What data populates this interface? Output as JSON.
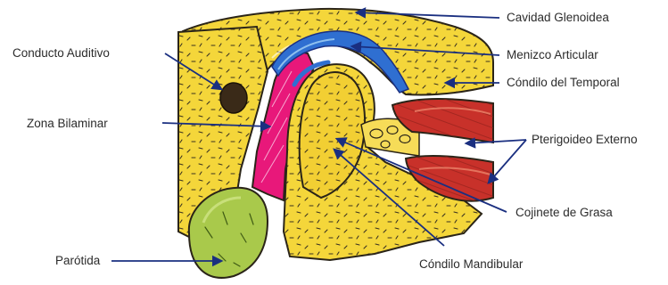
{
  "labels": {
    "cavidad_glenoidea": "Cavidad Glenoidea",
    "menizco_articular": "Menizco Articular",
    "condilo_temporal": "Cóndilo del Temporal",
    "pterigoideo_externo": "Pterigoideo Externo",
    "cojinete_grasa": "Cojinete de Grasa",
    "condilo_mandibular": "Cóndilo Mandibular",
    "conducto_auditivo": "Conducto Auditivo",
    "zona_bilaminar": "Zona Bilaminar",
    "parotida": "Parótida"
  },
  "colors": {
    "bone": "#f4d63a",
    "bone_dark": "#e8c21f",
    "outline": "#2a2418",
    "disc": "#2f6fd1",
    "disc_light": "#8fc0ee",
    "bilaminar": "#e8187a",
    "muscle": "#c8312a",
    "muscle_light": "#e4735d",
    "parotid": "#a9c94b",
    "parotid_light": "#c8df7a",
    "canal": "#3a2a18",
    "arrow": "#1a2f80",
    "label_text": "#2b2b2b"
  }
}
